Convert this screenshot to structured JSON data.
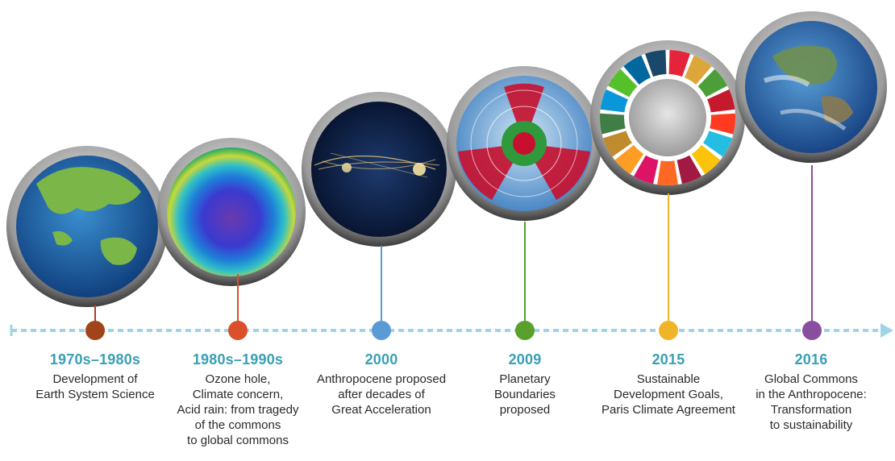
{
  "accent_year_color": "#3a9fb5",
  "axis_color": "#9fd4e4",
  "milestones": [
    {
      "year": "1970s–1980s",
      "desc": "Development of\nEarth System Science",
      "color": "#a1441c",
      "icon": "earth-globe-icon"
    },
    {
      "year": "1980s–1990s",
      "desc": "Ozone hole,\nClimate concern,\nAcid rain: from tragedy\nof the commons\nto global commons",
      "color": "#d9502a",
      "icon": "ozone-hole-icon"
    },
    {
      "year": "2000",
      "desc": "Anthropocene proposed\nafter decades of\nGreat Acceleration",
      "color": "#5b9bd5",
      "icon": "night-lights-globe-icon"
    },
    {
      "year": "2009",
      "desc": "Planetary\nBoundaries\nproposed",
      "color": "#5aa02c",
      "icon": "planetary-boundaries-icon"
    },
    {
      "year": "2015",
      "desc": "Sustainable\nDevelopment Goals,\nParis Climate Agreement",
      "color": "#f0b428",
      "icon": "sdg-wheel-icon"
    },
    {
      "year": "2016",
      "desc": "Global Commons\nin the Anthropocene:\nTransformation\nto sustainability",
      "color": "#8a4ea0",
      "icon": "earth-globe-icon"
    }
  ]
}
